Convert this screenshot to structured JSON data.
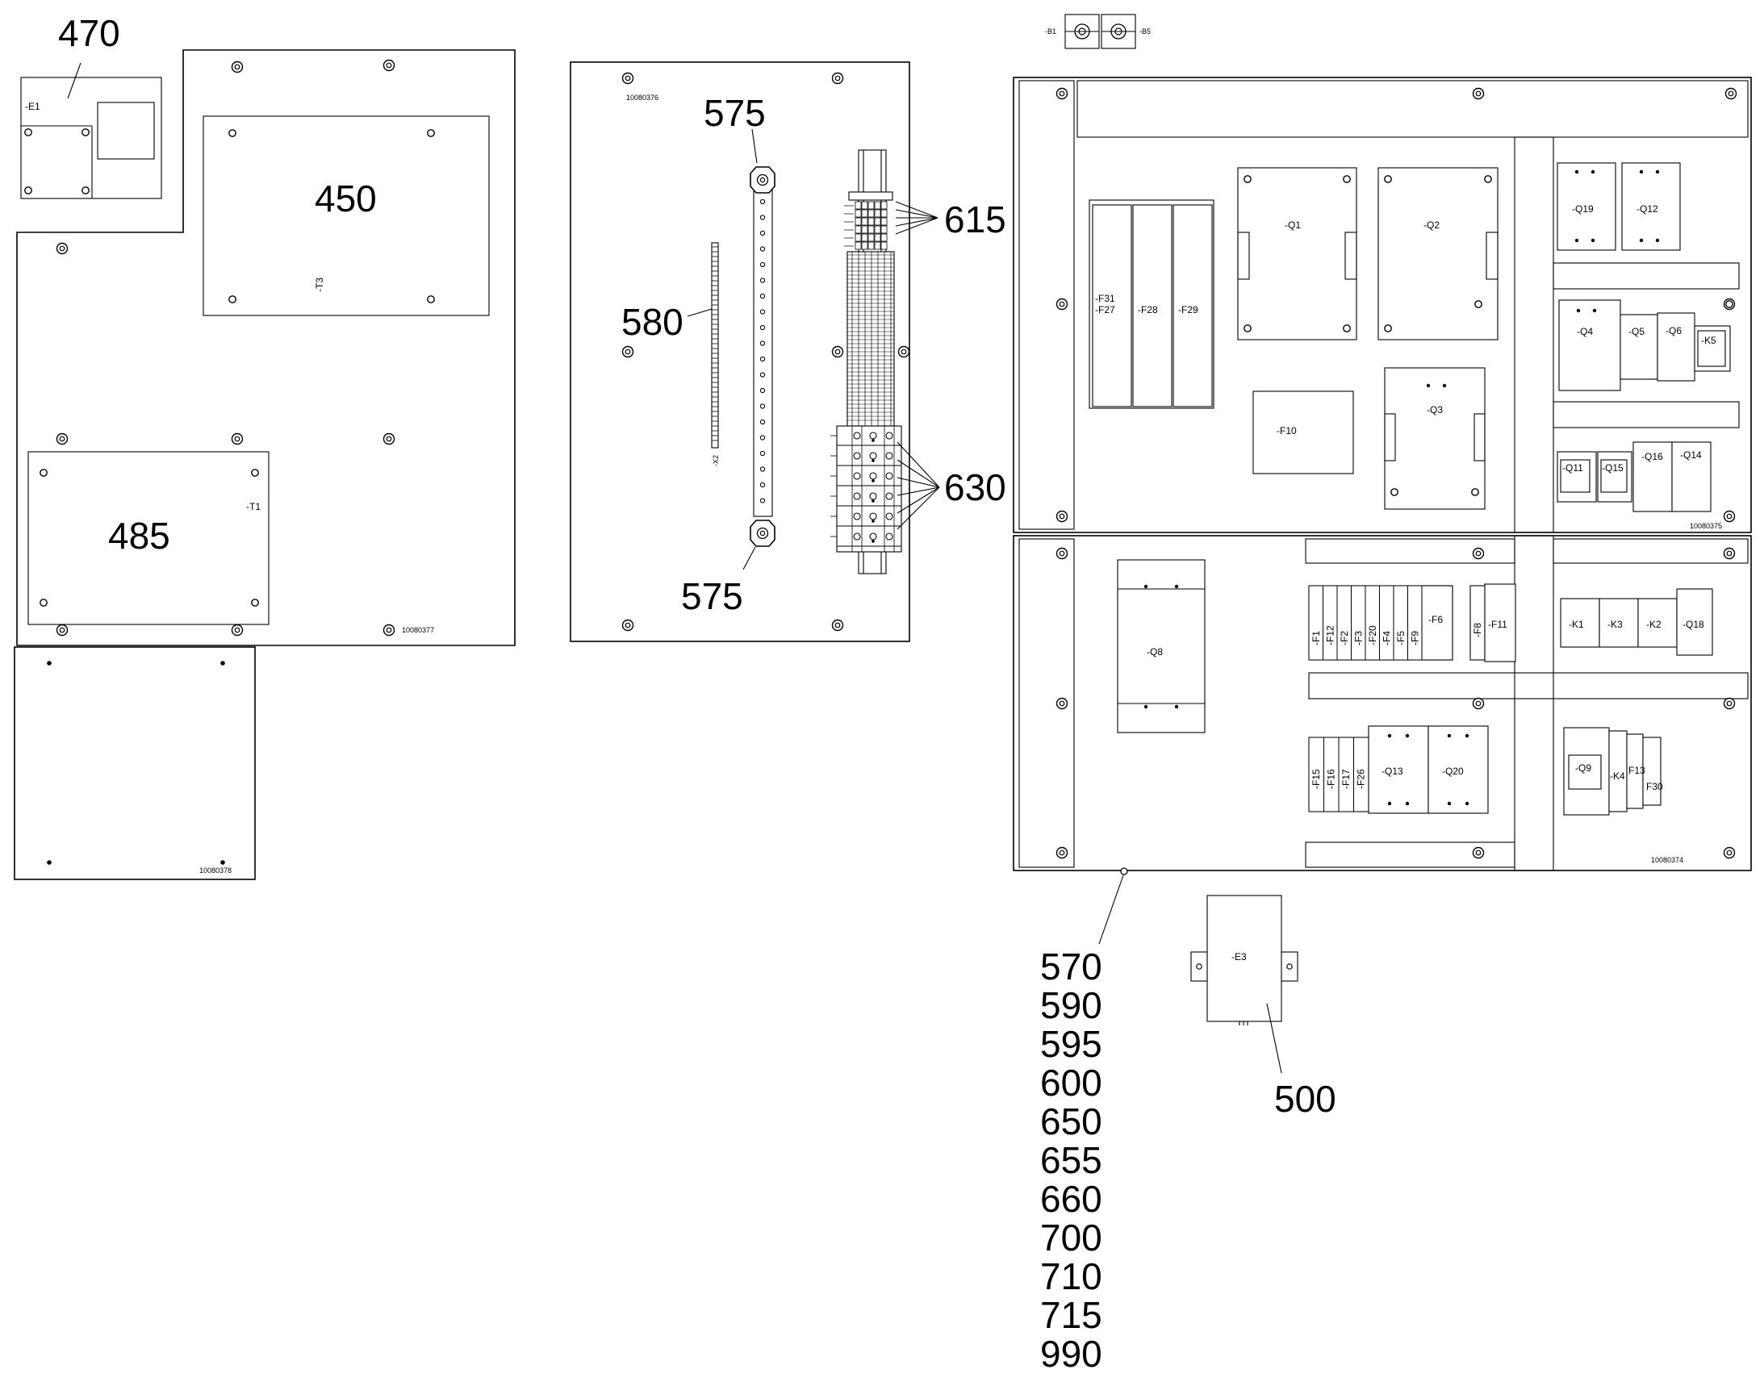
{
  "callouts": {
    "c470": "470",
    "c450": "450",
    "c485": "485",
    "c575_top": "575",
    "c575_bottom": "575",
    "c580": "580",
    "c615": "615",
    "c630": "630",
    "c500": "500",
    "c570_list": [
      "570",
      "590",
      "595",
      "600",
      "650",
      "655",
      "660",
      "700",
      "710",
      "715",
      "990"
    ]
  },
  "drawing_numbers": {
    "left_panel": "10080377",
    "bottom_panel": "10080378",
    "middle_panel": "10080376",
    "right_upper": "10080375",
    "right_lower": "10080374"
  },
  "components": {
    "E1": "-E1",
    "T3": "-T3",
    "T1": "-T1",
    "X2": "-X2",
    "B1": "-B1",
    "B5": "-B5",
    "E3": "-E3",
    "F31": "-F31",
    "F27": "-F27",
    "F28": "-F28",
    "F29": "-F29",
    "Q1": "-Q1",
    "Q2": "-Q2",
    "Q3": "-Q3",
    "F10": "-F10",
    "Q19": "-Q19",
    "Q12": "-Q12",
    "Q4": "-Q4",
    "Q5": "-Q5",
    "Q6": "-Q6",
    "K5": "-K5",
    "Q11": "-Q11",
    "Q15": "-Q15",
    "Q16": "-Q16",
    "Q14": "-Q14",
    "Q8": "-Q8",
    "F1": "-F1",
    "F12": "-F12",
    "F2": "-F2",
    "F3": "-F3",
    "F20": "-F20",
    "F4": "-F4",
    "F5": "-F5",
    "F9": "-F9",
    "F6": "-F6",
    "F8": "-F8",
    "F11": "-F11",
    "K1": "-K1",
    "K3": "-K3",
    "K2": "-K2",
    "Q18": "-Q18",
    "F15": "-F15",
    "F16": "-F16",
    "F17": "-F17",
    "F26": "-F26",
    "Q13": "-Q13",
    "Q20": "-Q20",
    "Q9": "-Q9",
    "K4": "-K4",
    "F13": "F13",
    "F30": "F30"
  }
}
